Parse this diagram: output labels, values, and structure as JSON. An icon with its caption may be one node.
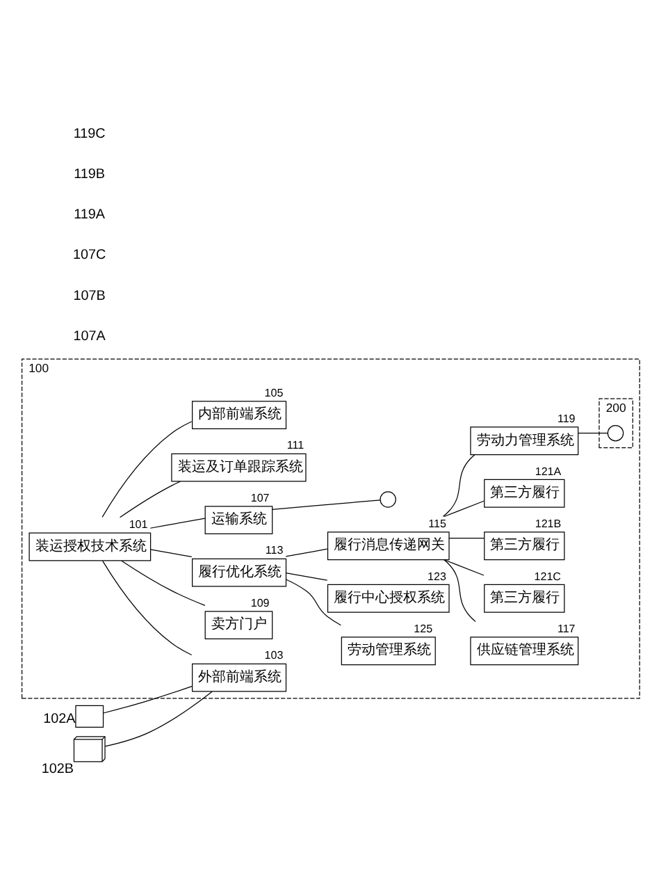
{
  "diagram": {
    "nodes": [
      {
        "text": [
          "100"
        ]
      },
      {
        "text": [
          "内部前端系统"
        ],
        "beside": [
          "105"
        ],
        "in": 0
      },
      {
        "text": [
          "卖方门户"
        ],
        "beside": [
          "109"
        ],
        "in": 0
      },
      {
        "text": [
          "装运授权技术系统"
        ],
        "beside": [
          "101"
        ],
        "in": 0
      },
      {
        "text": [
          "履行优化系统"
        ],
        "beside": [
          "113"
        ],
        "in": 0
      },
      {
        "text": [
          "供应链管理系统"
        ],
        "beside": [
          "117"
        ],
        "in": 0
      },
      {
        "text": [
          "履行消息传递网关"
        ],
        "beside": [
          "115"
        ],
        "in": 0
      },
      {
        "text": [
          "第三方履行"
        ],
        "beside": [
          "121C"
        ],
        "in": 0
      },
      {
        "text": [
          "第三方履行"
        ],
        "beside": [
          "121B"
        ],
        "in": 0
      },
      {
        "text": [
          "第三方履行"
        ],
        "beside": [
          "121A"
        ],
        "in": 0
      },
      {
        "text": [
          "外部前端系统"
        ],
        "beside": [
          "103"
        ],
        "in": 0
      },
      {
        "text": [
          "运输系统"
        ],
        "beside": [
          "107"
        ],
        "in": 0
      },
      {
        "text": [
          "装运及订单跟踪系统"
        ],
        "beside": [
          "111"
        ],
        "in": 0
      },
      {
        "text": [
          "劳动力管理系统"
        ],
        "beside": [
          "119"
        ],
        "in": 0
      },
      {
        "text": [
          "劳动管理系统"
        ],
        "beside": [
          "125"
        ],
        "in": 0
      },
      {
        "text": [
          "履行中心授权系统"
        ],
        "beside": [
          "123"
        ],
        "in": 0
      },
      {
        "text": [],
        "shape": "tablet",
        "beside": [
          "102A"
        ]
      },
      {
        "text": [],
        "shape": "computer",
        "beside": [
          "102B"
        ]
      },
      {
        "text": [],
        "shape": "wireless",
        "in": 0
      },
      {
        "text": [
          "200"
        ],
        "in": 0
      },
      {
        "text": [],
        "shape": "wireless",
        "in": 19
      }
    ],
    "edges": [
      {
        "from": 3,
        "to": 1,
        "arrow": "none"
      },
      {
        "from": 3,
        "to": 2,
        "arrow": "none"
      },
      {
        "from": 3,
        "to": 4,
        "arrow": "none"
      },
      {
        "from": 3,
        "to": 10,
        "arrow": "none"
      },
      {
        "from": 3,
        "to": 11,
        "arrow": "none"
      },
      {
        "from": 3,
        "to": 12,
        "arrow": "none"
      },
      {
        "from": 4,
        "to": 6,
        "arrow": "none"
      },
      {
        "from": 4,
        "to": 14,
        "arrow": "none"
      },
      {
        "from": 4,
        "to": 15,
        "arrow": "none"
      },
      {
        "from": 6,
        "to": 5,
        "arrow": "none"
      },
      {
        "from": 6,
        "to": 7,
        "arrow": "none"
      },
      {
        "from": 6,
        "to": 8,
        "arrow": "none"
      },
      {
        "from": 6,
        "to": 9,
        "arrow": "none"
      },
      {
        "from": 6,
        "to": 13,
        "arrow": "none"
      },
      {
        "from": 16,
        "to": 10,
        "arrow": "none"
      },
      {
        "from": 17,
        "to": 10,
        "arrow": "none"
      },
      {
        "from": 11,
        "to": 18,
        "arrow": "none"
      },
      {
        "from": 13,
        "to": 20,
        "arrow": "none"
      }
    ],
    "labels": [
      "107A",
      "107B",
      "107C",
      "119A",
      "119B",
      "119C"
    ]
  }
}
